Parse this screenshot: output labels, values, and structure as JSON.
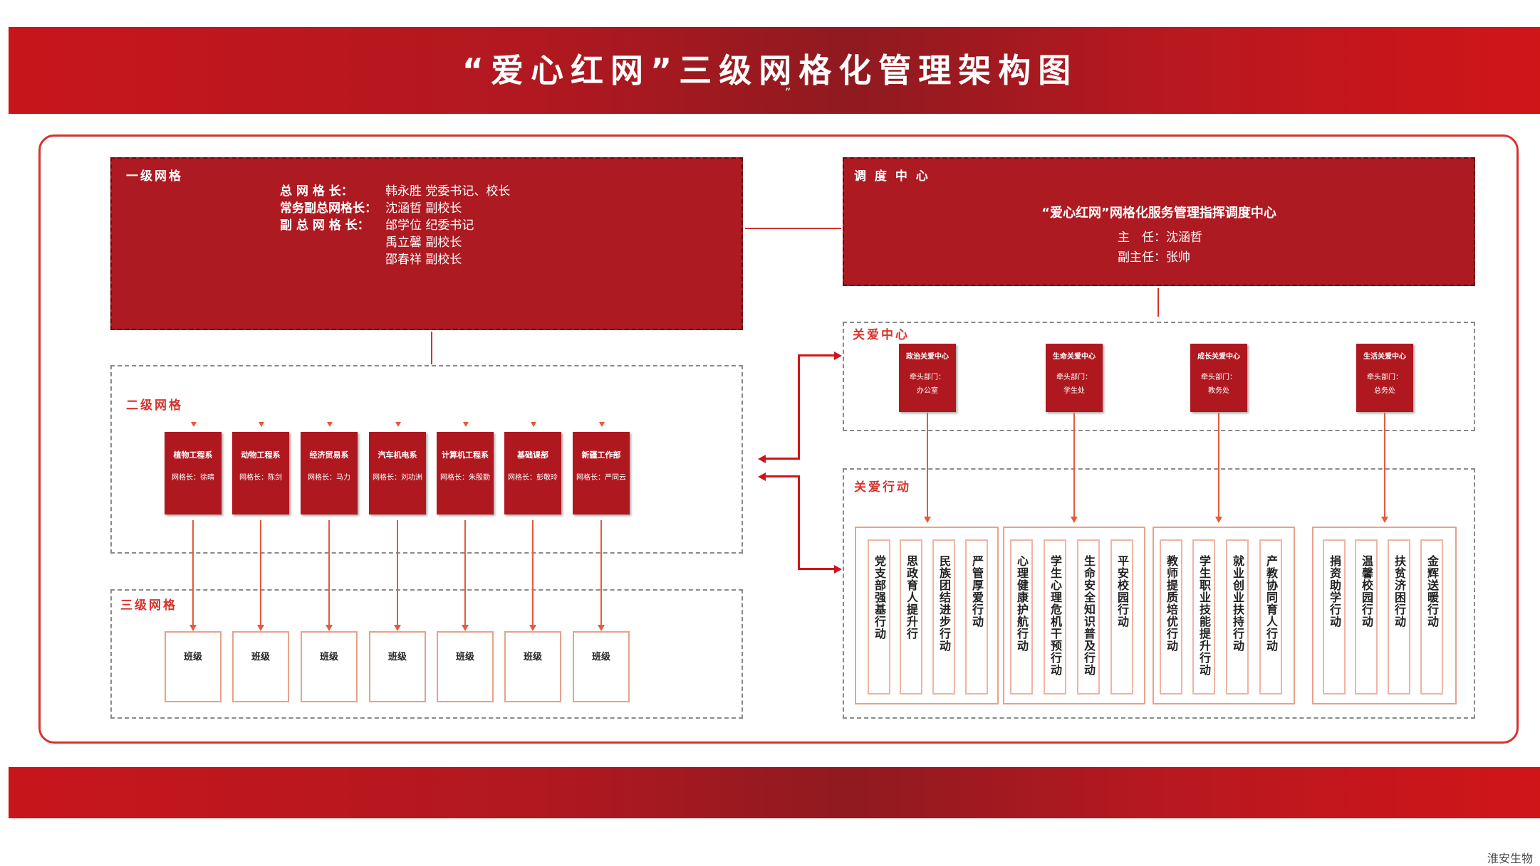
{
  "title": "“爱心红网”三级网格化管理架构图",
  "mark": "”",
  "level1": {
    "label": "一级网格",
    "rows": [
      {
        "key": "总 网 格 长：",
        "value": "韩永胜 党委书记、校长"
      },
      {
        "key": "常务副总网格长：",
        "value": "沈涵哲 副校长"
      },
      {
        "key": "副 总 网 格 长：",
        "value": "邰学位 纪委书记"
      },
      {
        "key": "",
        "value": "禹立馨 副校长"
      },
      {
        "key": "",
        "value": "邵春祥 副校长"
      }
    ]
  },
  "dispatch": {
    "label": "调 度 中 心",
    "name": "“爱心红网”网格化服务管理指挥调度中心",
    "director": "主　任：沈涵哲",
    "deputy": "副主任：张帅"
  },
  "level2": {
    "label": "二级网格",
    "depts": [
      {
        "name": "植物工程系",
        "head": "网格长：徐晴"
      },
      {
        "name": "动物工程系",
        "head": "网格长：陈剑"
      },
      {
        "name": "经济贸易系",
        "head": "网格长：马力"
      },
      {
        "name": "汽车机电系",
        "head": "网格长：刘功洲"
      },
      {
        "name": "计算机工程系",
        "head": "网格长：朱殷勤"
      },
      {
        "name": "基础课部",
        "head": "网格长：彭敬玲"
      },
      {
        "name": "新疆工作部",
        "head": "网格长：严同云"
      }
    ]
  },
  "level3": {
    "label": "三级网格",
    "classes": [
      "班级",
      "班级",
      "班级",
      "班级",
      "班级",
      "班级",
      "班级"
    ]
  },
  "care_center": {
    "label": "关爱中心",
    "units": [
      {
        "name": "政治关爱中心",
        "lead": "牵头部门：",
        "dept": "办公室"
      },
      {
        "name": "生命关爱中心",
        "lead": "牵头部门：",
        "dept": "学生处"
      },
      {
        "name": "成长关爱中心",
        "lead": "牵头部门：",
        "dept": "教务处"
      },
      {
        "name": "生活关爱中心",
        "lead": "牵头部门：",
        "dept": "总务处"
      }
    ]
  },
  "care_action": {
    "label": "关爱行动",
    "groups": [
      [
        "党支部强基行动",
        "思政育人提升行",
        "民族团结进步行动",
        "严管厚爱行动"
      ],
      [
        "心理健康护航行动",
        "学生心理危机干预行动",
        "生命安全知识普及行动",
        "平安校园行动"
      ],
      [
        "教师提质培优行动",
        "学生职业技能提升行动",
        "就业创业扶持行动",
        "产教协同育人行动"
      ],
      [
        "捐资助学行动",
        "温馨校园行动",
        "扶贫济困行动",
        "金辉送暖行动"
      ]
    ]
  },
  "footer": "淮安生物",
  "colors": {
    "primary_red": "#ad1a22",
    "accent": "#d8322b",
    "line": "#e65a3c"
  }
}
